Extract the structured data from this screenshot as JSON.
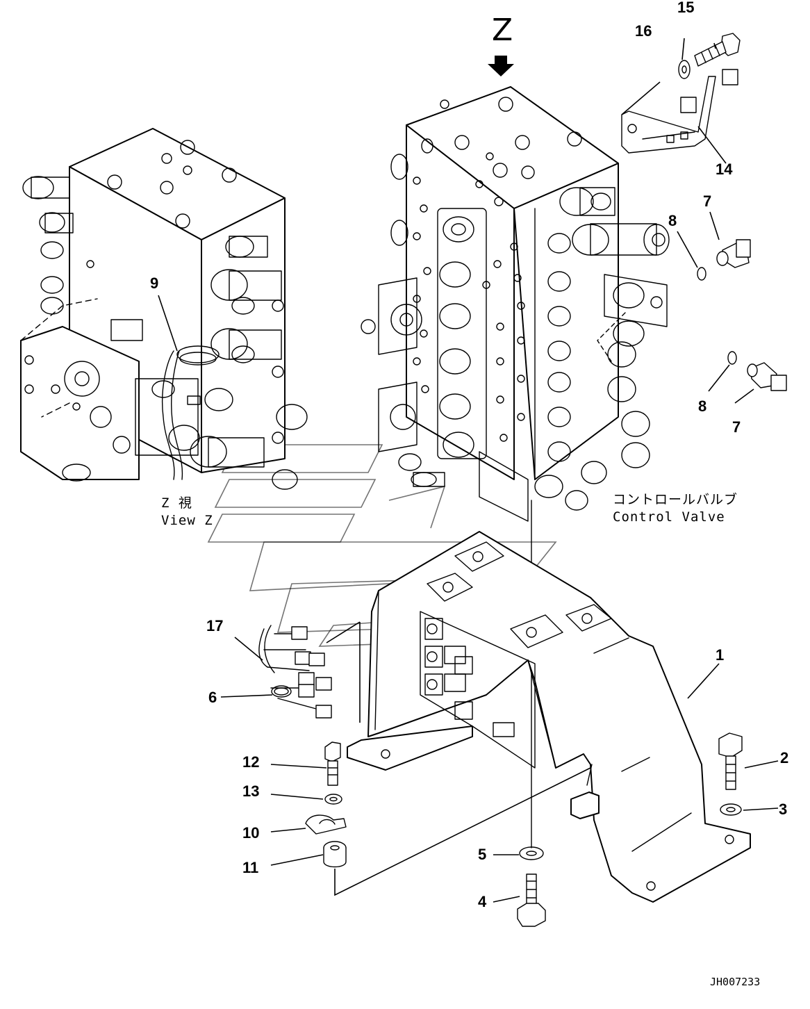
{
  "diagram": {
    "view_arrow_label": "Z",
    "view_caption_jp": "Z 視",
    "view_caption_en": "View Z",
    "assembly_caption_jp": "コントロールバルブ",
    "assembly_caption_en": "Control Valve",
    "drawing_code": "JH007233",
    "callouts": [
      "1",
      "2",
      "3",
      "4",
      "5",
      "6",
      "7",
      "7",
      "8",
      "8",
      "9",
      "10",
      "11",
      "12",
      "13",
      "14",
      "15",
      "16",
      "17"
    ]
  }
}
